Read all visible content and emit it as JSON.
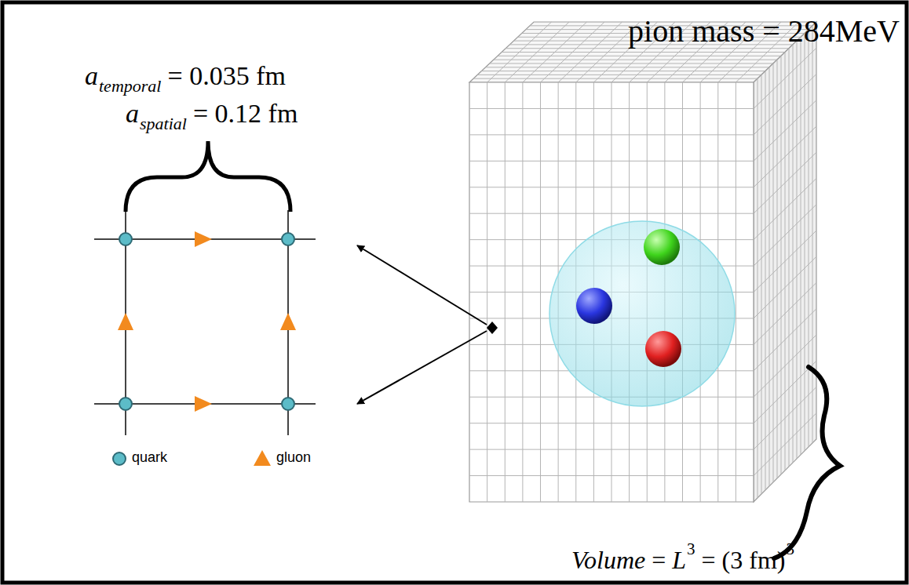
{
  "diagram": {
    "labels": [
      "pion mass = 284MeV",
      "a",
      "temporal",
      "= 0.035 fm",
      "a",
      "spatial",
      "= 0.12 fm",
      "Volume",
      "=",
      "L",
      "3",
      "= (3 fm)",
      "3"
    ],
    "legend": [
      {
        "text": "quark"
      },
      {
        "text": "gluon"
      }
    ]
  }
}
